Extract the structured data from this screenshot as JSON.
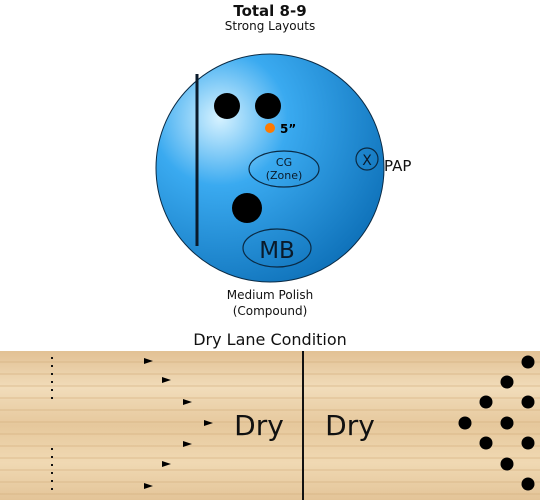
{
  "header": {
    "title": "Total 8-9",
    "subtitle": "Strong Layouts"
  },
  "ball": {
    "pin_distance_label": "5”",
    "cg_label_line1": "CG",
    "cg_label_line2": "(Zone)",
    "pap_symbol": "X",
    "pap_label": "PAP",
    "mb_label": "MB",
    "color_light": "#cfeeff",
    "color_mid": "#35a8ec",
    "color_dark": "#0b6fb8",
    "pin_color": "#ff7a00"
  },
  "surface": {
    "line1": "Medium Polish",
    "line2": "(Compound)"
  },
  "lane": {
    "title": "Dry Lane Condition",
    "zone_left_label": "Dry",
    "zone_right_label": "Dry",
    "wood_color": "#e9cfa6"
  }
}
